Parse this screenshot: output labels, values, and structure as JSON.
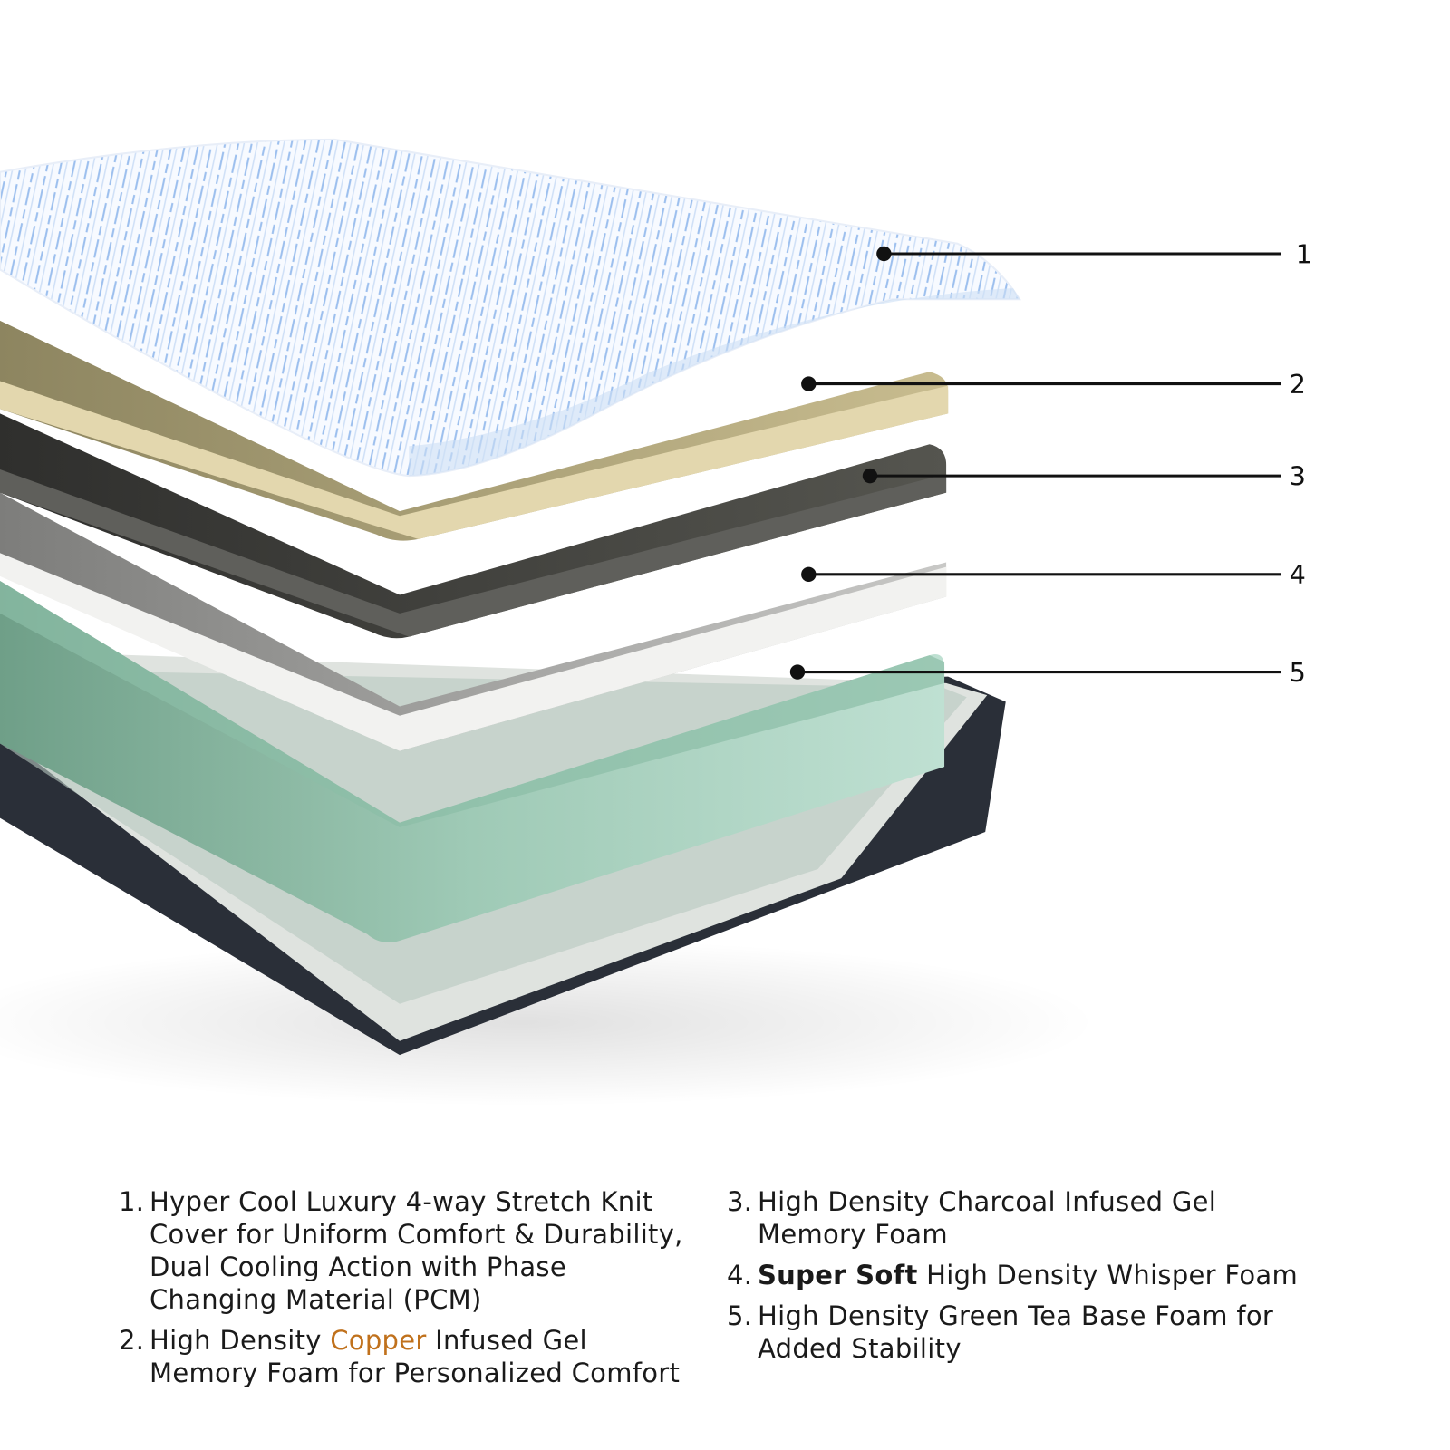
{
  "callouts": [
    "1",
    "2",
    "3",
    "4",
    "5"
  ],
  "colors": {
    "cover": "#ffffff",
    "cover_stripes": "#4a86d8",
    "copper_layer": "#d8cca0",
    "charcoal_layer": "#4a4a47",
    "whisper_layer": "#a8a8a6",
    "green_tea_layer": "#a6d0bd",
    "base": "#2a2f38",
    "copper_text": "#c0711c"
  },
  "legend": {
    "items": [
      {
        "num": "1.",
        "text": "Hyper Cool Luxury 4-way Stretch Knit Cover for Uniform Comfort & Durability, Dual Cooling Action with Phase Changing Material (PCM)"
      },
      {
        "num": "2.",
        "pre": "High Density ",
        "highlight": "Copper",
        "post": " Infused Gel Memory Foam for Personalized Comfort"
      },
      {
        "num": "3.",
        "text": "High Density Charcoal Infused Gel Memory Foam"
      },
      {
        "num": "4.",
        "bold": "Super Soft",
        "post": " High Density Whisper Foam"
      },
      {
        "num": "5.",
        "text": "High Density Green Tea Base Foam for Added Stability"
      }
    ]
  }
}
